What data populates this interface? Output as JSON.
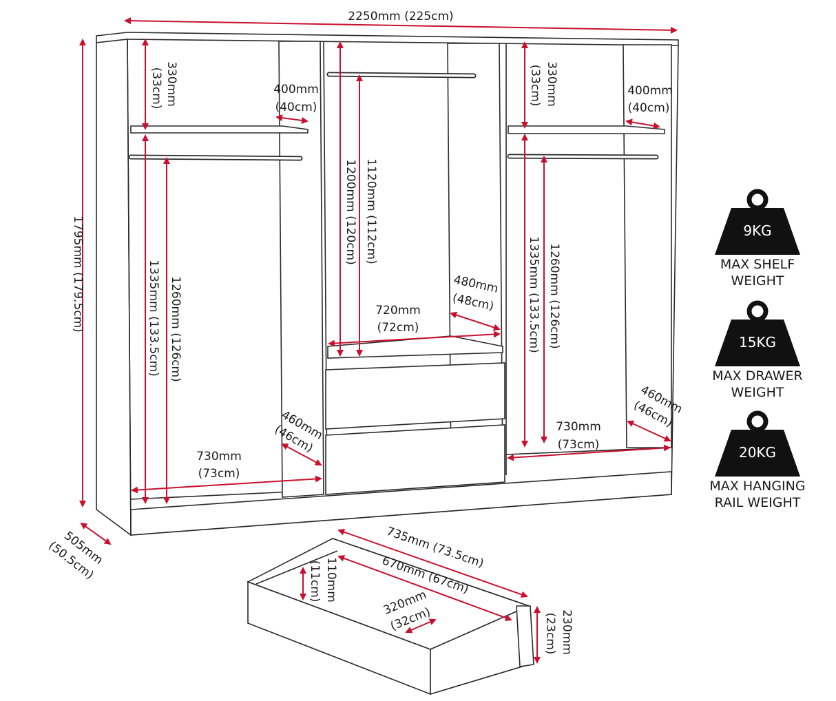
{
  "colors": {
    "dimension_arrow": "#c8102e",
    "outline": "#2a2a2a",
    "weight_badge": "#111111"
  },
  "wardrobe": {
    "dimensions": {
      "width": "2250mm (225cm)",
      "height": "1795mm (179.5cm)",
      "depth_mm": "505mm",
      "depth_cm": "(50.5cm)",
      "left_top_gap_mm": "330mm",
      "left_top_gap_cm": "(33cm)",
      "left_shelf_depth_mm": "400mm",
      "left_shelf_depth_cm": "(40cm)",
      "left_hang_1335": "1335mm (133.5cm)",
      "left_hang_1260": "1260mm (126cm)",
      "left_base_depth_mm": "460mm",
      "left_base_depth_cm": "(46cm)",
      "left_base_width_mm": "730mm",
      "left_base_width_cm": "(73cm)",
      "center_1120": "1120mm (112cm)",
      "center_1200": "1200mm (120cm)",
      "center_shelf_depth_mm": "480mm",
      "center_shelf_depth_cm": "(48cm)",
      "center_shelf_width_mm": "720mm",
      "center_shelf_width_cm": "(72cm)",
      "right_top_gap_mm": "330mm",
      "right_top_gap_cm": "(33cm)",
      "right_shelf_depth_mm": "400mm",
      "right_shelf_depth_cm": "(40cm)",
      "right_hang_1335": "1335mm (133.5cm)",
      "right_hang_1260": "1260mm (126cm)",
      "right_base_depth_mm": "460mm",
      "right_base_depth_cm": "(46cm)",
      "right_base_width_mm": "730mm",
      "right_base_width_cm": "(73cm)"
    }
  },
  "drawer": {
    "dimensions": {
      "outer_width": "735mm (73.5cm)",
      "inner_width": "670mm (67cm)",
      "inner_depth_mm": "320mm",
      "inner_depth_cm": "(32cm)",
      "inner_height_mm": "110mm",
      "inner_height_cm": "(11cm)",
      "front_height_mm": "230mm",
      "front_height_cm": "(23cm)"
    }
  },
  "weights": [
    {
      "value": "9KG",
      "caption_line1": "MAX SHELF",
      "caption_line2": "WEIGHT"
    },
    {
      "value": "15KG",
      "caption_line1": "MAX DRAWER",
      "caption_line2": "WEIGHT"
    },
    {
      "value": "20KG",
      "caption_line1": "MAX HANGING",
      "caption_line2": "RAIL WEIGHT"
    }
  ]
}
